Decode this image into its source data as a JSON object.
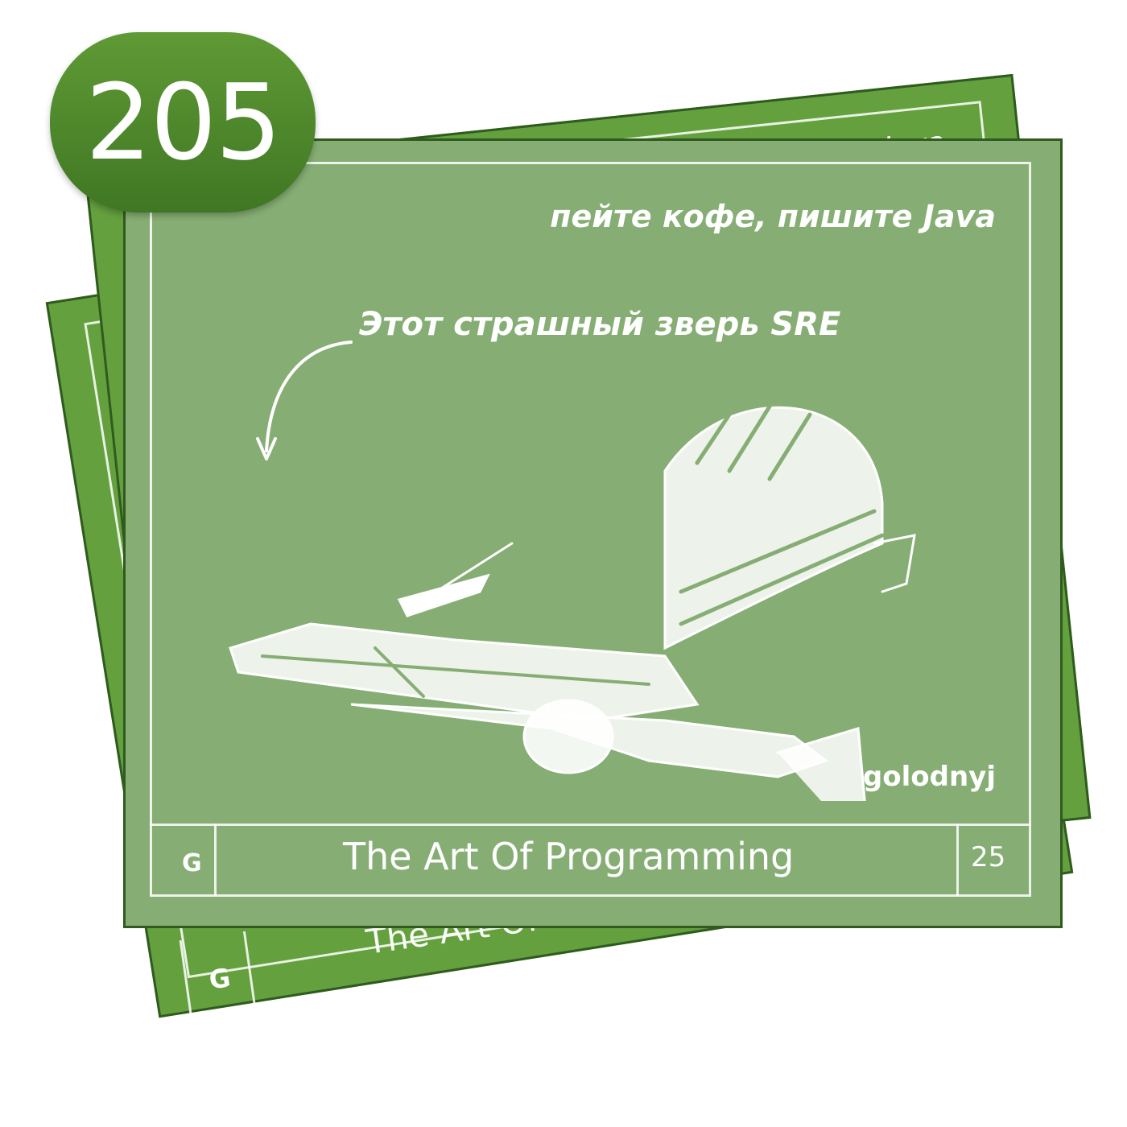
{
  "badge": {
    "number": "205"
  },
  "back_card": {
    "header_text": "пейте кофе, пишите Java",
    "footer_title": "The Art Of Program",
    "footer_letter": "G"
  },
  "front_card": {
    "header_text": "пейте кофе, пишите Java",
    "caption": "Этот страшный зверь SRE",
    "author": "golodnyj",
    "footer_letter": "G",
    "footer_title": "The Art Of Programming",
    "footer_number": "25"
  },
  "illustration": {
    "icon": "rowing-machine-sketch-icon"
  },
  "colors": {
    "card_dark": "#64a03e",
    "card_front": "#86ae74",
    "border": "#2f5b1e",
    "chalk": "#ffffff"
  }
}
